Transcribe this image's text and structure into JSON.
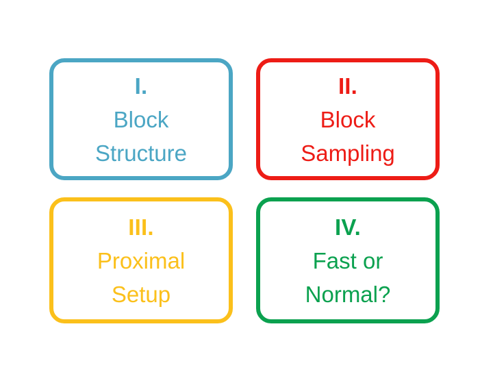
{
  "slide": {
    "background_color": "#ffffff",
    "layout": "2x2-grid",
    "boxes": [
      {
        "numeral": "I.",
        "title_lines": [
          "Block",
          "Structure"
        ],
        "color": "#4BA6C4",
        "border_color": "#4BA6C4",
        "text_color": "#4BA6C4",
        "fill_color": "#ffffff"
      },
      {
        "numeral": "II.",
        "title_lines": [
          "Block",
          "Sampling"
        ],
        "color": "#ED1C16",
        "border_color": "#ED1C16",
        "text_color": "#ED1C16",
        "fill_color": "#ffffff"
      },
      {
        "numeral": "III.",
        "title_lines": [
          "Proximal",
          "Setup"
        ],
        "color": "#FBC01B",
        "border_color": "#FBC01B",
        "text_color": "#FBC01B",
        "fill_color": "#ffffff"
      },
      {
        "numeral": "IV.",
        "title_lines": [
          "Fast or",
          "Normal?"
        ],
        "color": "#0BA14F",
        "border_color": "#0BA14F",
        "text_color": "#0BA14F",
        "fill_color": "#ffffff"
      }
    ]
  }
}
